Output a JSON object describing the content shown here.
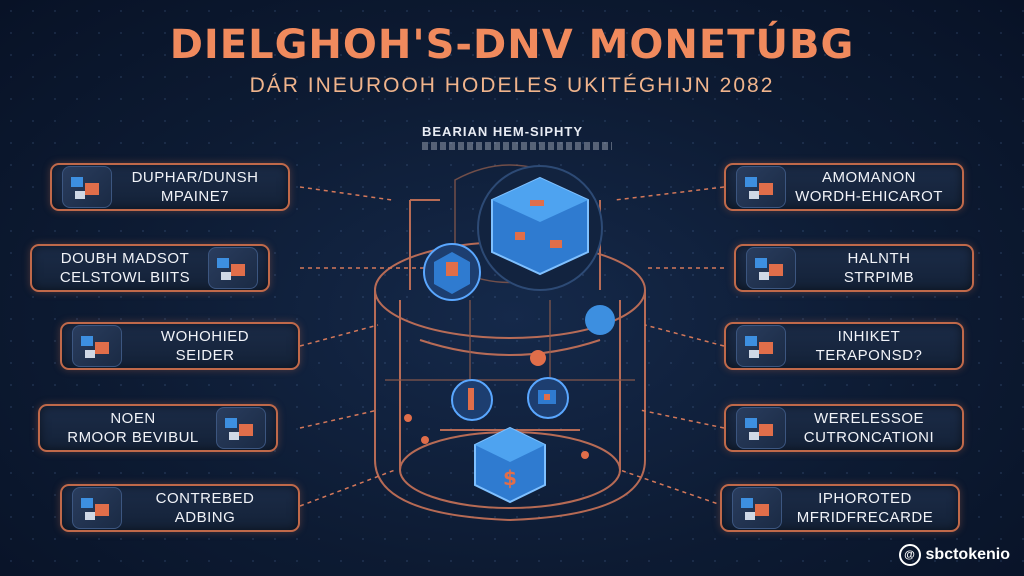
{
  "header": {
    "title": "DIELGHOH'S-DNV MONETÚBG",
    "subtitle": "DÁR INEUROOH HODELES UKITÉGHIJN 2082"
  },
  "center": {
    "label": "BEARIAN HEM-SIPHTY"
  },
  "left_cards": [
    {
      "line1": "DUPHAR/DUNSH",
      "line2": "MPAINE7"
    },
    {
      "line1": "DOUBH MADSOT",
      "line2": "CELSTOWL BIITS"
    },
    {
      "line1": "WOHOHIED",
      "line2": "SEIDER"
    },
    {
      "line1": "NOEN",
      "line2": "RMOOR BEVIBUL"
    },
    {
      "line1": "CONTREBED",
      "line2": "ADBING"
    }
  ],
  "right_cards": [
    {
      "line1": "AMOMANON",
      "line2": "WORDH-EHICAROT"
    },
    {
      "line1": "HALNTH",
      "line2": "STRPIMB"
    },
    {
      "line1": "INHIKET",
      "line2": "TERAPONSD?"
    },
    {
      "line1": "WERELESSOE",
      "line2": "CUTRONCATIONI"
    },
    {
      "line1": "IPHOROTED",
      "line2": "MFRIDFRECARDE"
    }
  ],
  "watermark": {
    "symbol": "@",
    "text": "sbctokenio"
  },
  "colors": {
    "accent": "#f08a5d",
    "card_border": "#c0694a",
    "cube_blue": "#3d8fe0",
    "background": "#0d1b33"
  }
}
